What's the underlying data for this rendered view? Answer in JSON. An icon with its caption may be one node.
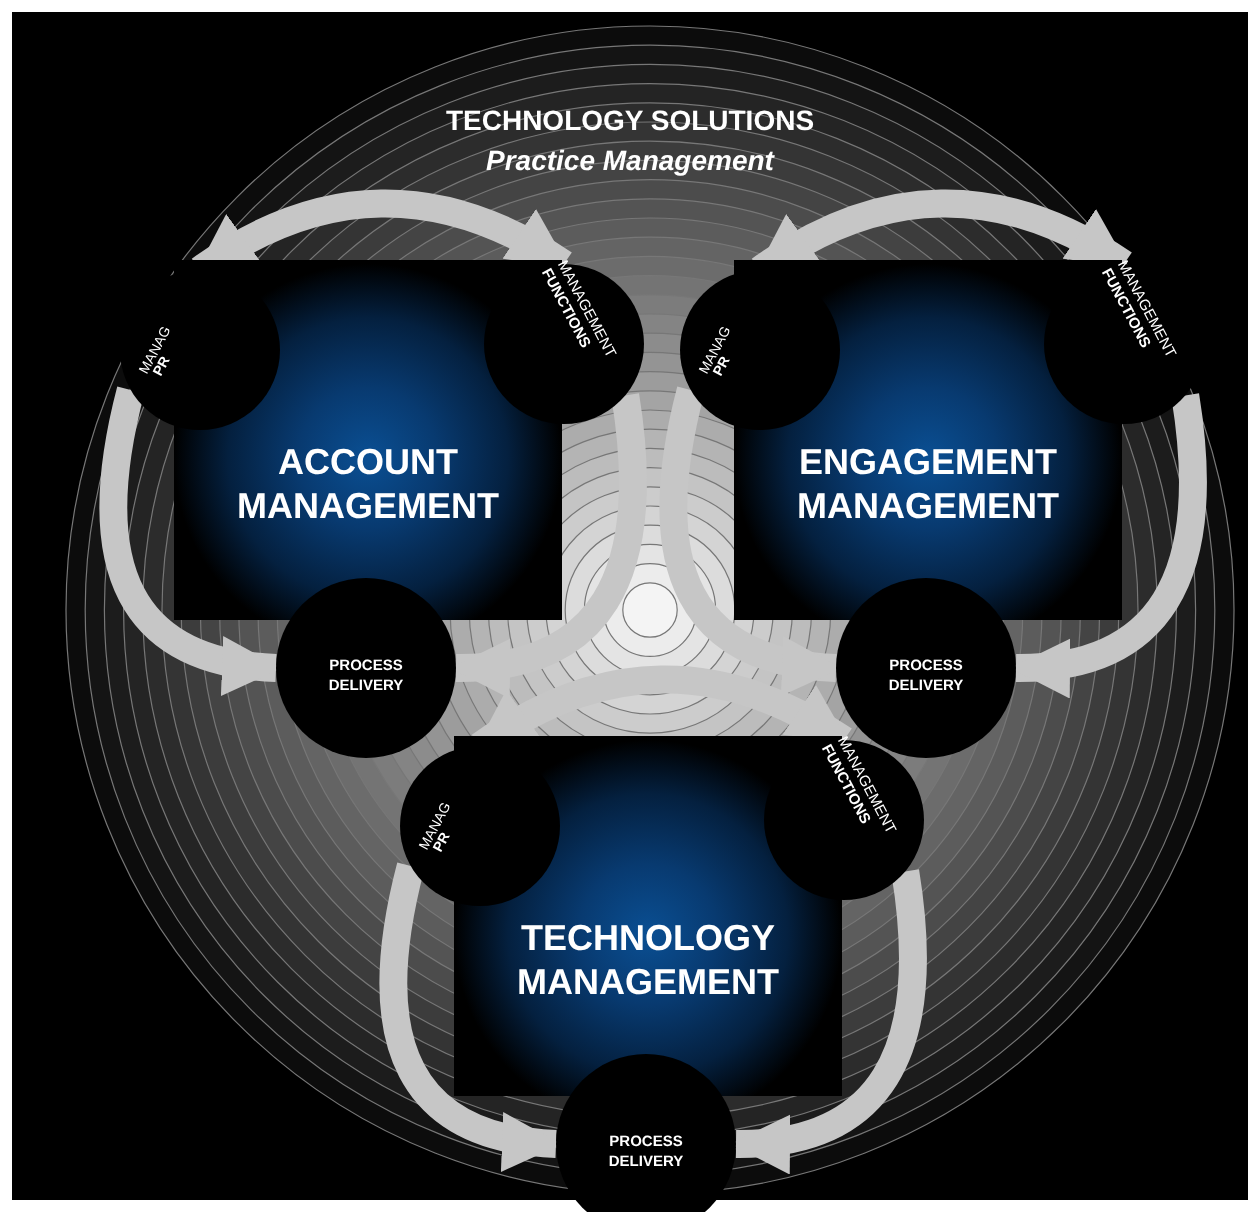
{
  "diagram": {
    "title": "TECHNOLOGY SOLUTIONS",
    "nodes": [
      {
        "text": [
          "ACCOUNT MANAGEMENT"
        ]
      },
      {
        "text": [
          "MANAG",
          "PR"
        ]
      },
      {
        "text": [
          "MANAGEMENT",
          "FUNCTIONS"
        ]
      },
      {
        "text": [
          "PROCESS DELIVERY"
        ]
      },
      {
        "text": [
          "ENGAGEMENT MANAGEMENT"
        ]
      },
      {
        "text": [
          "MANAG",
          "PR"
        ]
      },
      {
        "text": [
          "MANAGEMENT",
          "FUNCTIONS"
        ]
      },
      {
        "text": [
          "PROCESS DELIVERY"
        ]
      },
      {
        "text": [
          "TECHNOLOGY MANAGEMENT"
        ]
      },
      {
        "text": [
          "MANAG",
          "PR"
        ]
      },
      {
        "text": [
          "MANAGEMENT",
          "FUNCTIONS"
        ]
      },
      {
        "text": [
          "PROCESS DELIVERY"
        ]
      }
    ],
    "edges": [
      {
        "from": 1,
        "to": 2,
        "arrow": "both"
      },
      {
        "from": 1,
        "to": 3,
        "arrow": "to"
      },
      {
        "from": 2,
        "to": 3,
        "arrow": "to"
      },
      {
        "from": 5,
        "to": 6,
        "arrow": "both"
      },
      {
        "from": 5,
        "to": 7,
        "arrow": "to"
      },
      {
        "from": 6,
        "to": 7,
        "arrow": "to"
      },
      {
        "from": 9,
        "to": 10,
        "arrow": "both"
      },
      {
        "from": 9,
        "to": 11,
        "arrow": "to"
      },
      {
        "from": 10,
        "to": 11,
        "arrow": "to"
      }
    ],
    "labels": [
      "Practice Management"
    ]
  }
}
